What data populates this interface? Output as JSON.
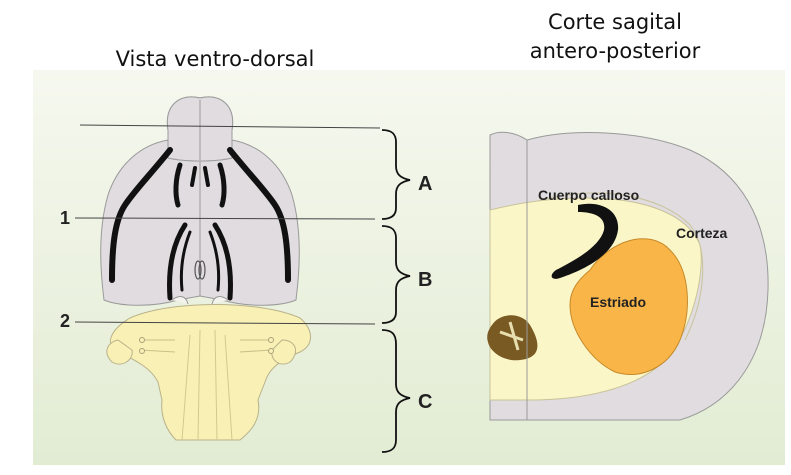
{
  "left_title": "Vista ventro-dorsal",
  "right_title_line1": "Corte sagital",
  "right_title_line2": "antero-posterior",
  "section_labels": {
    "a": "A",
    "b": "B",
    "c": "C"
  },
  "cut_labels": {
    "one": "1",
    "two": "2"
  },
  "regions": {
    "corpus_callosum": "Cuerpo calloso",
    "cortex": "Corteza",
    "striatum": "Estriado"
  },
  "colors": {
    "background_top": "#f5f8ee",
    "background_bottom": "#e4edd6",
    "brain_gray": "#e0dcdf",
    "brain_outline": "#9a9a9a",
    "brainstem": "#f8f0b4",
    "white_matter": "#fbf6c8",
    "striatum": "#f9b548",
    "dark_tract": "#111111",
    "olive": "#7a5a23"
  }
}
